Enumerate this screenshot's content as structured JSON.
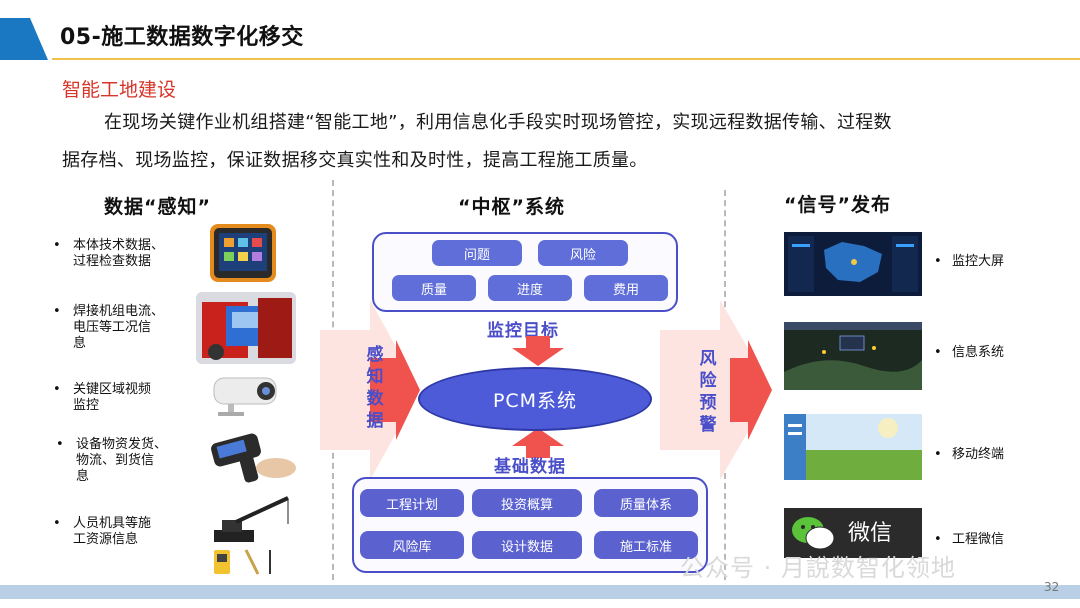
{
  "header": {
    "title": "05-施工数据数字化移交",
    "accent_color": "#1a78c2",
    "line_color": "#f0c14b"
  },
  "subtitle": "智能工地建设",
  "paragraph": {
    "line1": "在现场关键作业机组搭建“智能工地”，利用信息化手段实时现场管控，实现远程数据传输、过程数",
    "line2": "据存档、现场监控，保证数据移交真实性和及时性，提高工程施工质量。"
  },
  "left_section": {
    "title": "数据“感知”",
    "bullet": "•",
    "items": [
      {
        "lines": [
          "本体技术数据、",
          "过程检查数据"
        ],
        "icon": "rugged-tablet-icon"
      },
      {
        "lines": [
          "焊接机组电流、",
          "电压等工况信",
          "息"
        ],
        "icon": "welding-machine-icon"
      },
      {
        "lines": [
          "关键区域视频",
          "监控"
        ],
        "icon": "security-camera-icon"
      },
      {
        "lines": [
          "设备物资发货、",
          "物流、到货信",
          "息"
        ],
        "icon": "handheld-scanner-icon"
      },
      {
        "lines": [
          "人员机具等施",
          "工资源信息"
        ],
        "icon": "crane-icon"
      }
    ]
  },
  "center_section": {
    "title": "“中枢”系统",
    "top_chips_row1": [
      "问题",
      "风险"
    ],
    "top_chips_row2": [
      "质量",
      "进度",
      "费用"
    ],
    "monitor_label": "监控目标",
    "core": "PCM系统",
    "base_label": "基础数据",
    "bottom_chips_row1": [
      "工程计划",
      "投资概算",
      "质量体系"
    ],
    "bottom_chips_row2": [
      "风险库",
      "设计数据",
      "施工标准"
    ],
    "left_vertical": "感知数据",
    "right_vertical": "风险预警",
    "box_color": "#4a4fc9",
    "arrow_color": "#f0524e"
  },
  "right_section": {
    "title": "“信号”发布",
    "bullet": "•",
    "items": [
      {
        "label": "监控大屏",
        "icon": "dashboard-screen-icon"
      },
      {
        "label": "信息系统",
        "icon": "information-system-screen-icon"
      },
      {
        "label": "移动终端",
        "icon": "mobile-terminal-icon"
      },
      {
        "label": "工程微信",
        "icon": "wechat-icon"
      }
    ],
    "wechat_logo_text": "微信"
  },
  "watermark": "公众号 · 月說数智化领地",
  "page_number": "32"
}
